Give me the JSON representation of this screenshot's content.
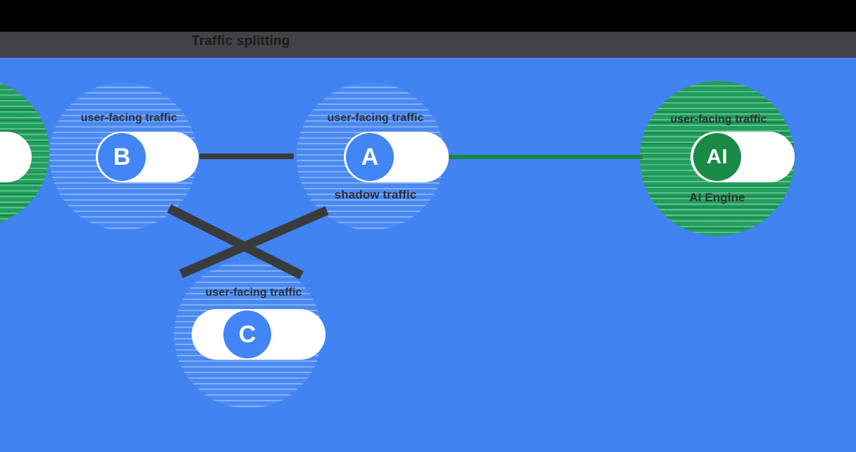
{
  "header": {
    "title": "Traffic splitting"
  },
  "colors": {
    "background_blue": "#4283f2",
    "letterbox_black": "#000000",
    "title_bar_gray": "#424346",
    "node_blue": "#4285f4",
    "node_green": "#188a46",
    "zone_green": "#1fa05c",
    "connector_dark": "#3a3b3d",
    "connector_green": "#1b8442",
    "label_dark": "#2d3033",
    "pill_white": "#ffffff"
  },
  "nodes": [
    {
      "id": "b",
      "letter": "B",
      "top_label": "user-facing traffic"
    },
    {
      "id": "a",
      "letter": "A",
      "top_label": "user-facing traffic",
      "bottom_label": "shadow traffic"
    },
    {
      "id": "c",
      "letter": "C",
      "top_label": "user-facing traffic"
    },
    {
      "id": "ai",
      "letter": "AI",
      "top_label": "user-facing traffic",
      "bottom_label": "AI Engine"
    }
  ],
  "connectors": [
    {
      "id": "b-a",
      "style": "dark-line"
    },
    {
      "id": "a-ai",
      "style": "green-line"
    },
    {
      "id": "b-c",
      "style": "dark-diagonal"
    },
    {
      "id": "a-c",
      "style": "dark-diagonal"
    }
  ]
}
